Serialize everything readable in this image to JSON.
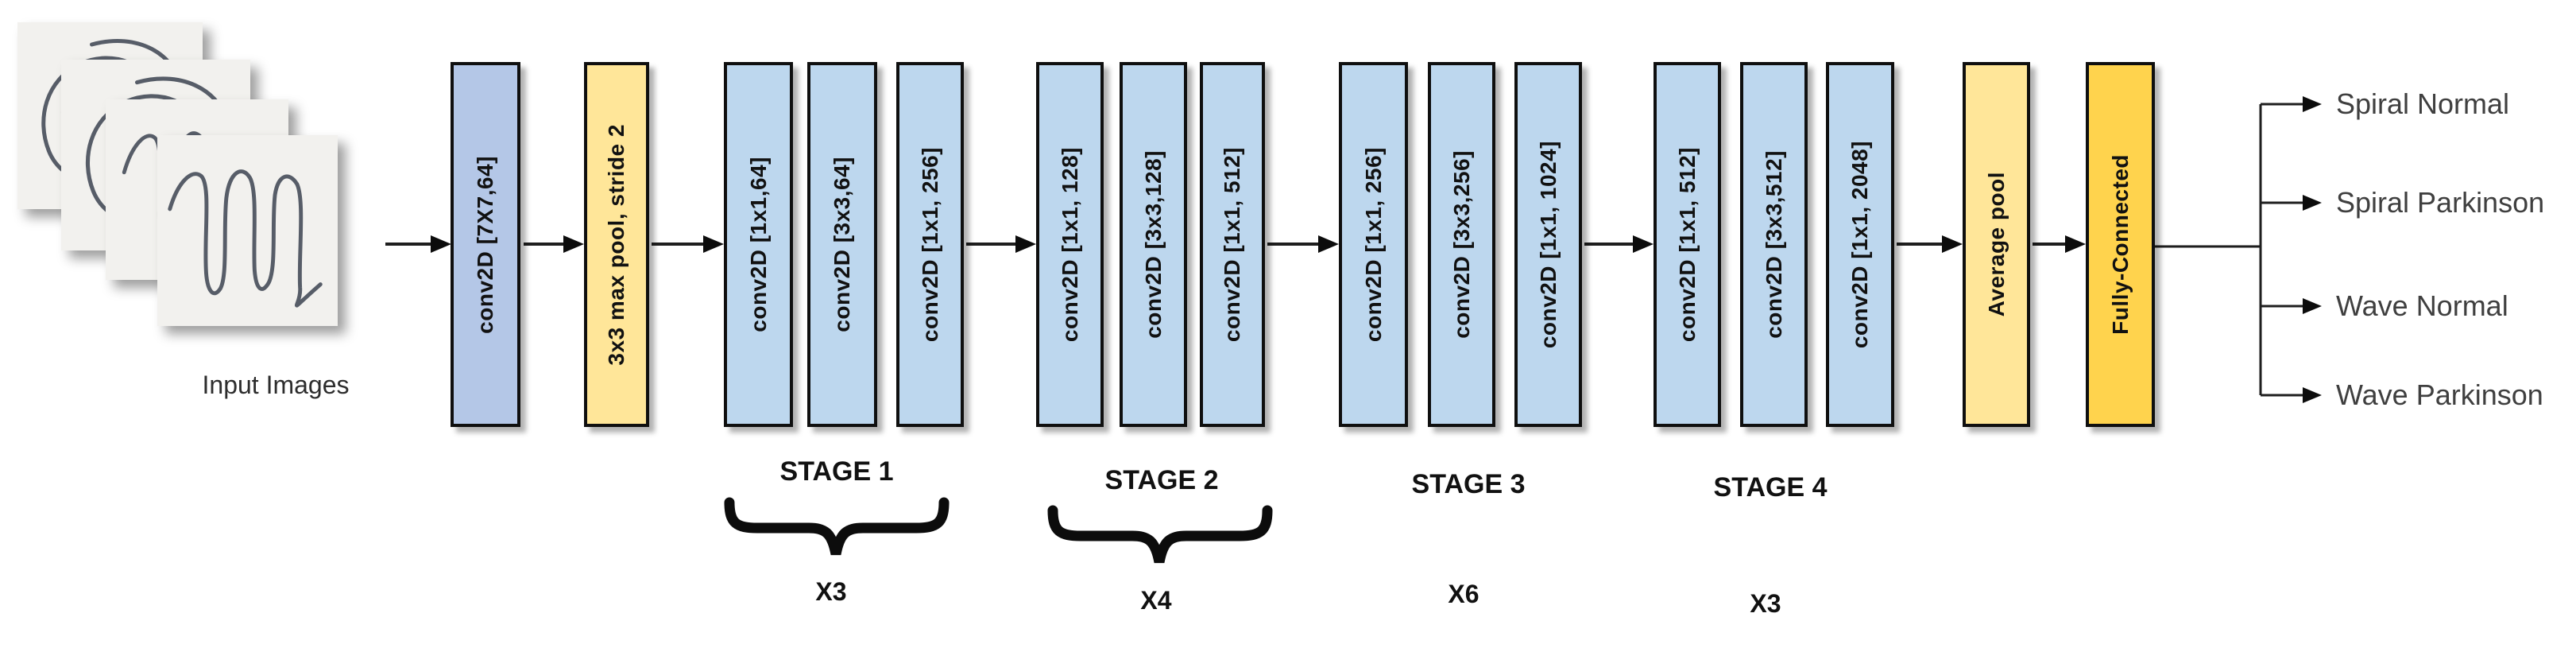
{
  "input": {
    "label": "Input Images",
    "images": [
      "spiral-drawing",
      "spiral-drawing",
      "wave-drawing",
      "wave-drawing"
    ]
  },
  "blocks": [
    {
      "label": "conv2D [7X7,64]",
      "role": "stem-conv"
    },
    {
      "label": "3x3 max pool, stride 2",
      "role": "max-pool"
    },
    {
      "label": "conv2D [1x1,64]",
      "role": "stage1-conv"
    },
    {
      "label": "conv2D [3x3,64]",
      "role": "stage1-conv"
    },
    {
      "label": "conv2D [1x1, 256]",
      "role": "stage1-conv"
    },
    {
      "label": "conv2D [1x1, 128]",
      "role": "stage2-conv"
    },
    {
      "label": "conv2D [3x3,128]",
      "role": "stage2-conv"
    },
    {
      "label": "conv2D [1x1, 512]",
      "role": "stage2-conv"
    },
    {
      "label": "conv2D [1x1, 256]",
      "role": "stage3-conv"
    },
    {
      "label": "conv2D [3x3,256]",
      "role": "stage3-conv"
    },
    {
      "label": "conv2D [1x1, 1024]",
      "role": "stage3-conv"
    },
    {
      "label": "conv2D [1x1, 512]",
      "role": "stage4-conv"
    },
    {
      "label": "conv2D [3x3,512]",
      "role": "stage4-conv"
    },
    {
      "label": "conv2D [1x1, 2048]",
      "role": "stage4-conv"
    },
    {
      "label": "Average pool",
      "role": "avg-pool"
    },
    {
      "label": "Fully-Connected",
      "role": "fully-connected"
    }
  ],
  "stages": [
    {
      "label": "STAGE 1",
      "count": "X3",
      "has_brace": true
    },
    {
      "label": "STAGE 2",
      "count": "X4",
      "has_brace": true
    },
    {
      "label": "STAGE 3",
      "count": "X6",
      "has_brace": false
    },
    {
      "label": "STAGE 4",
      "count": "X3",
      "has_brace": false
    }
  ],
  "outputs": [
    {
      "label": "Spiral Normal"
    },
    {
      "label": "Spiral Parkinson"
    },
    {
      "label": "Wave Normal"
    },
    {
      "label": "Wave Parkinson"
    }
  ],
  "colors": {
    "stem_conv": "#b4c7e7",
    "conv_block": "#bdd7ee",
    "pool": "#ffe699",
    "fully_connected": "#ffd34d",
    "border": "#0f0f0f",
    "pencil_stroke": "#575d68"
  }
}
